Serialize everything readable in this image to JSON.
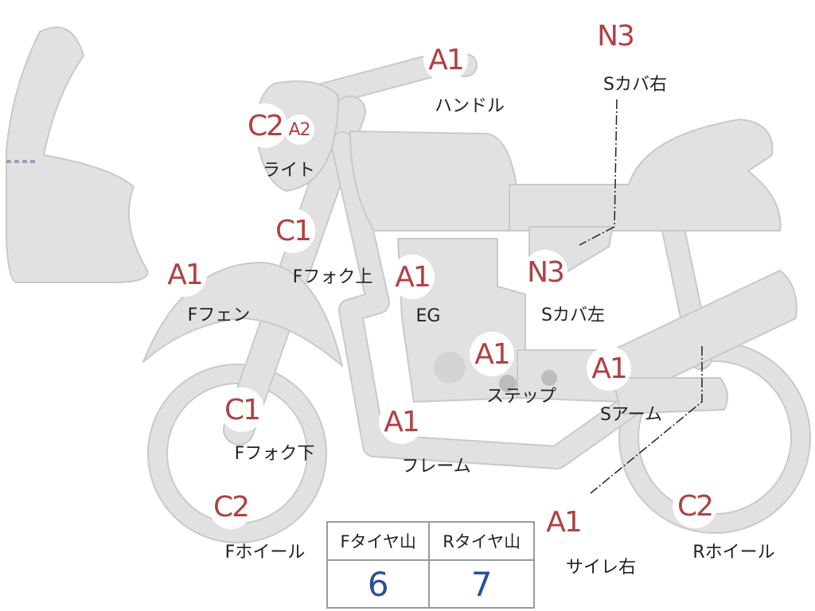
{
  "colors": {
    "body_fill": "#e1e1e1",
    "body_stroke": "#c4c4c4",
    "grade_text": "#b04141",
    "value_text": "#2a4f9a"
  },
  "parts": [
    {
      "id": "handle",
      "grade": "A1",
      "label": "ハンドル"
    },
    {
      "id": "s-cover-right",
      "grade": "N3",
      "label": "Sカバ右"
    },
    {
      "id": "light",
      "grade": "C2",
      "grade2": "A2",
      "label": "ライト"
    },
    {
      "id": "fork-upper",
      "grade": "C1",
      "label": "Fフォク上"
    },
    {
      "id": "front-fender",
      "grade": "A1",
      "label": "Fフェン"
    },
    {
      "id": "engine",
      "grade": "A1",
      "label": "EG"
    },
    {
      "id": "s-cover-left",
      "grade": "N3",
      "label": "Sカバ左"
    },
    {
      "id": "step",
      "grade": "A1",
      "label": "ステップ"
    },
    {
      "id": "swing-arm",
      "grade": "A1",
      "label": "Sアーム"
    },
    {
      "id": "fork-lower",
      "grade": "C1",
      "label": "Fフォク下"
    },
    {
      "id": "frame",
      "grade": "A1",
      "label": "フレーム"
    },
    {
      "id": "front-wheel",
      "grade": "C2",
      "label": "Fホイール"
    },
    {
      "id": "muffler-right",
      "grade": "A1",
      "label": "サイレ右"
    },
    {
      "id": "rear-wheel",
      "grade": "C2",
      "label": "Rホイール"
    }
  ],
  "tread": {
    "front_header": "Fタイヤ山",
    "rear_header": "Rタイヤ山",
    "front_value": "6",
    "rear_value": "7"
  }
}
